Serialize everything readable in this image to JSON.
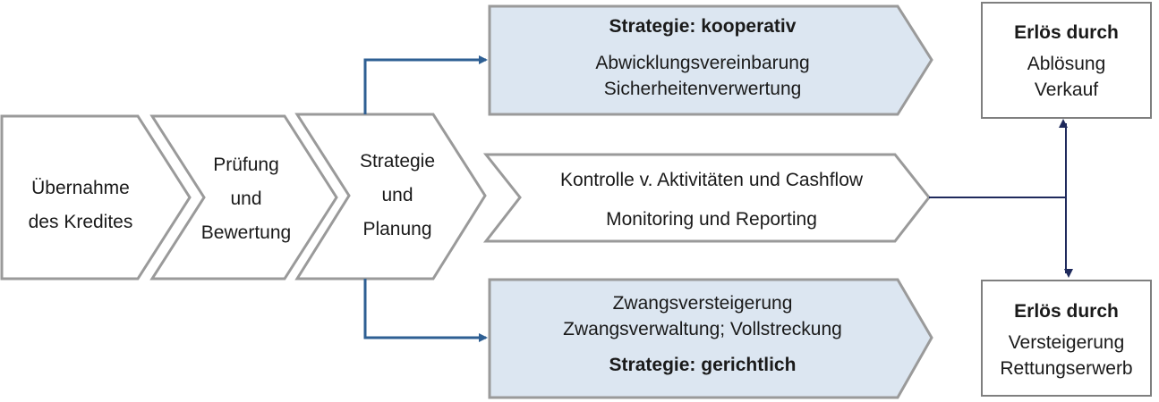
{
  "chevrons": [
    {
      "lines": [
        "Übernahme",
        "des Kredites"
      ]
    },
    {
      "lines": [
        "Prüfung",
        "und",
        "Bewertung"
      ]
    },
    {
      "lines": [
        "Strategie",
        "und",
        "Planung"
      ]
    }
  ],
  "top_branch": {
    "heading": "Strategie:  kooperativ",
    "lines": [
      "Abwicklungsvereinbarung",
      "Sicherheitenverwertung"
    ]
  },
  "middle_branch": {
    "lines": [
      "Kontrolle v. Aktivitäten und Cashflow",
      "Monitoring und Reporting"
    ]
  },
  "bottom_branch": {
    "lines": [
      "Zwangsversteigerung",
      "Zwangsverwaltung; Vollstreckung"
    ],
    "heading": "Strategie:  gerichtlich"
  },
  "outcome_top": {
    "heading": "Erlös durch",
    "lines": [
      "Ablösung",
      "Verkauf"
    ]
  },
  "outcome_bottom": {
    "heading": "Erlös durch",
    "lines": [
      "Versteigerung",
      "Rettungserwerb"
    ]
  },
  "colors": {
    "branch_fill": "#dce6f1",
    "outline": "#9a9a9a",
    "arrow_blue": "#2e5f93",
    "arrow_navy": "#1f2a5c"
  }
}
